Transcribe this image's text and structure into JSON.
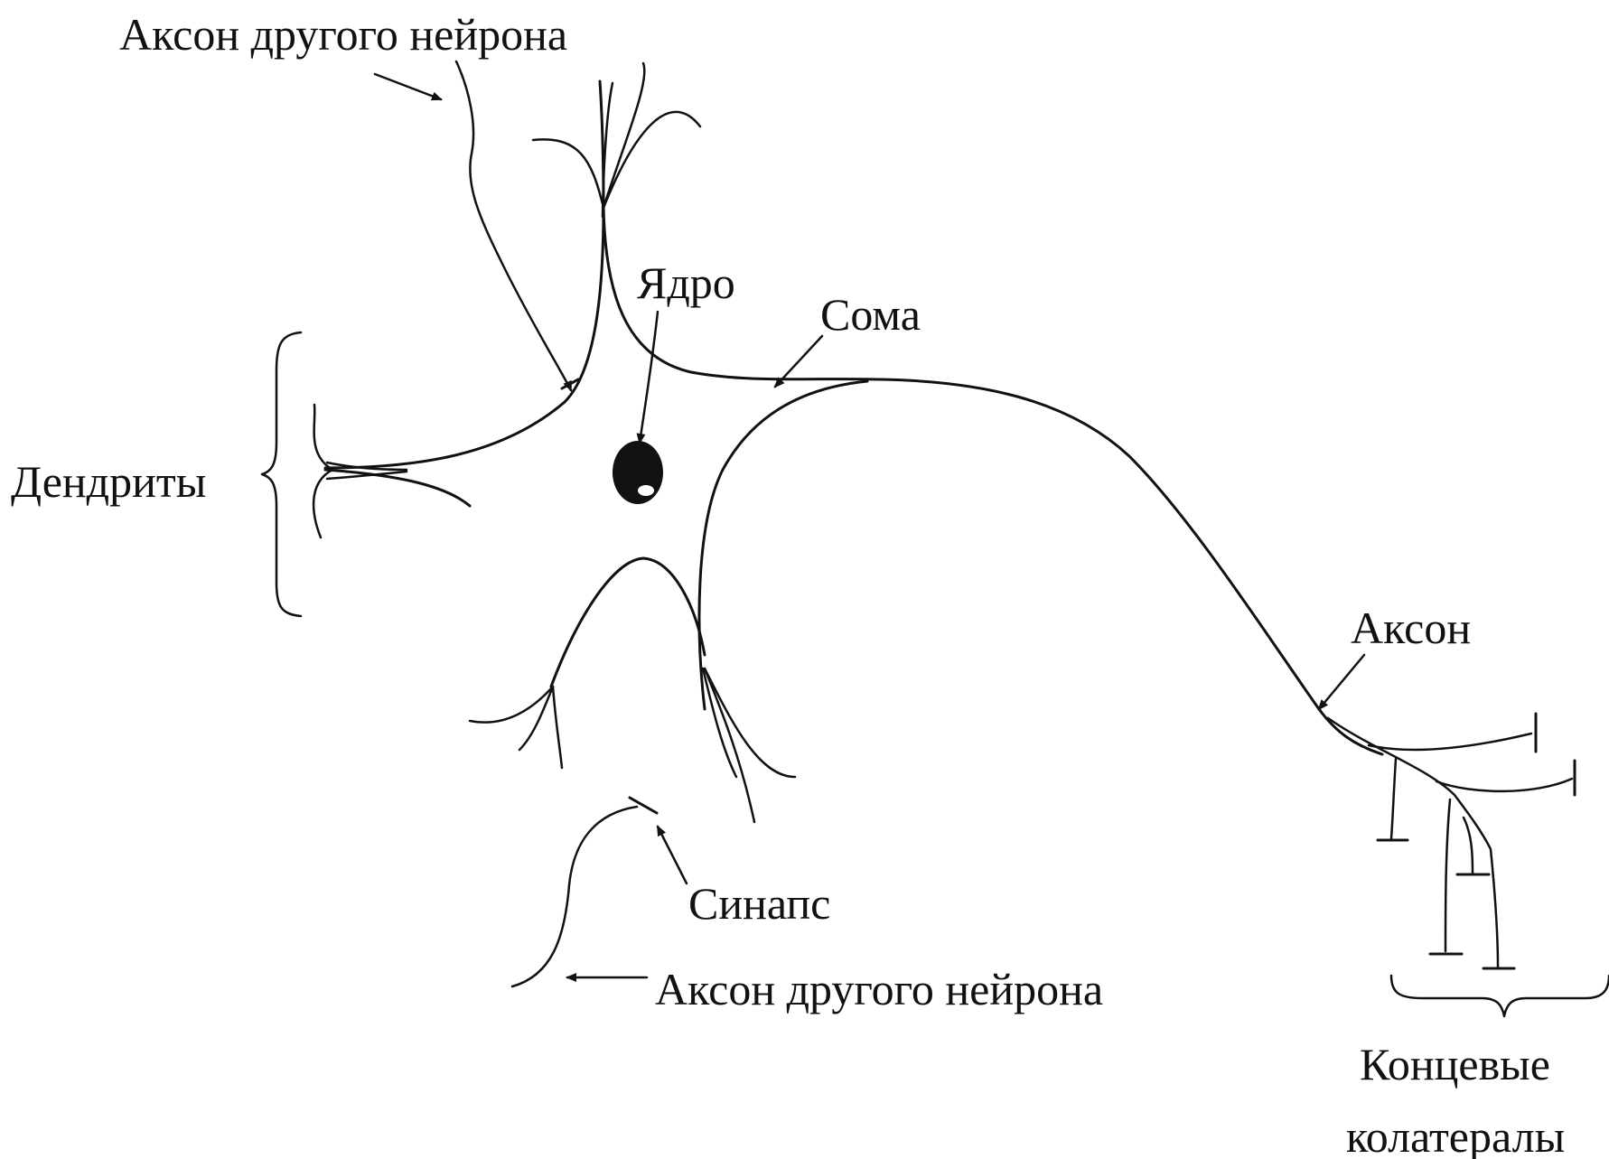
{
  "labels": {
    "axon_other_top": "Аксон другого нейрона",
    "nucleus": "Ядро",
    "soma": "Сома",
    "dendrites": "Дендриты",
    "axon": "Аксон",
    "synapse": "Синапс",
    "axon_other_bottom": "Аксон другого нейрона",
    "terminal_line1": "Концевые",
    "terminal_line2": "колатералы"
  },
  "colors": {
    "ink": "#111111",
    "background": "#ffffff"
  }
}
